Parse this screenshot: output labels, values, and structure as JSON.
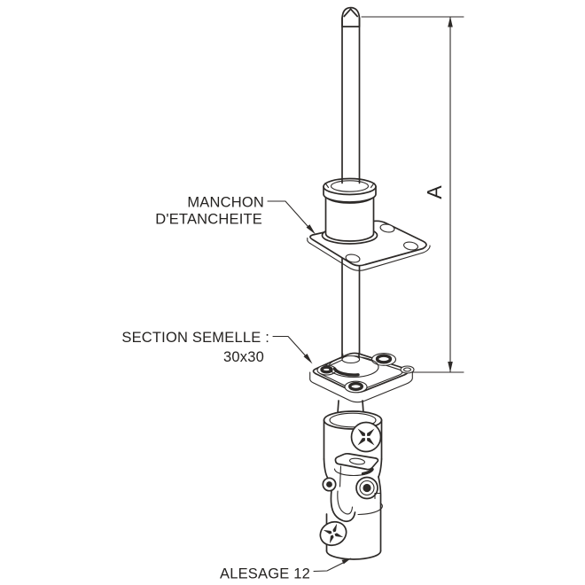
{
  "page": {
    "background": "#ffffff",
    "line_color": "#2d2a28",
    "text_color": "#242220"
  },
  "labels": {
    "manchon_line1": "MANCHON",
    "manchon_line2": "D'ETANCHEITE",
    "semelle_line1": "SECTION SEMELLE :",
    "semelle_line2": "30x30",
    "alesage": "ALESAGE 12",
    "dim_a": "A"
  }
}
